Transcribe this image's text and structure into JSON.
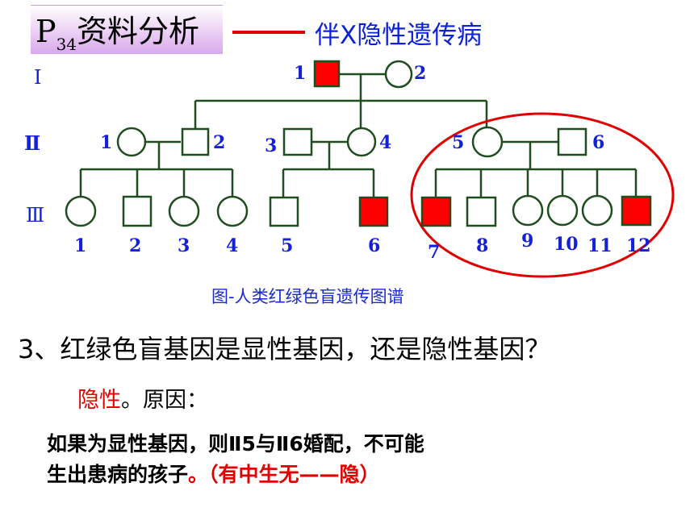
{
  "header": {
    "title_p": "P",
    "title_sub": "34",
    "title_main": "资料分析",
    "subtitle": "伴X隐性遗传病"
  },
  "pedigree": {
    "generations": [
      "Ⅰ",
      "Ⅱ",
      "Ⅲ"
    ],
    "individuals": {
      "g1": [
        {
          "label": "1",
          "sex": "male",
          "affected": true
        },
        {
          "label": "2",
          "sex": "female",
          "affected": false
        }
      ],
      "g2": [
        {
          "label": "1",
          "sex": "female",
          "affected": false
        },
        {
          "label": "2",
          "sex": "male",
          "affected": false
        },
        {
          "label": "3",
          "sex": "male",
          "affected": false
        },
        {
          "label": "4",
          "sex": "female",
          "affected": false
        },
        {
          "label": "5",
          "sex": "female",
          "affected": false
        },
        {
          "label": "6",
          "sex": "male",
          "affected": false
        }
      ],
      "g3": [
        {
          "label": "1",
          "sex": "female",
          "affected": false
        },
        {
          "label": "2",
          "sex": "male",
          "affected": false
        },
        {
          "label": "3",
          "sex": "female",
          "affected": false
        },
        {
          "label": "4",
          "sex": "female",
          "affected": false
        },
        {
          "label": "5",
          "sex": "male",
          "affected": false
        },
        {
          "label": "6",
          "sex": "male",
          "affected": true
        },
        {
          "label": "7",
          "sex": "male",
          "affected": true
        },
        {
          "label": "8",
          "sex": "male",
          "affected": false
        },
        {
          "label": "9",
          "sex": "female",
          "affected": false
        },
        {
          "label": "10",
          "sex": "female",
          "affected": false
        },
        {
          "label": "11",
          "sex": "female",
          "affected": false
        },
        {
          "label": "12",
          "sex": "male",
          "affected": true
        }
      ]
    },
    "caption": "图-人类红绿色盲遗传图谱"
  },
  "question": "3、红绿色盲基因是显性基因，还是隐性基因？",
  "answer": {
    "highlight": "隐性",
    "rest": "。原因："
  },
  "reason": {
    "line1": "如果为显性基因，则Ⅱ5与Ⅱ6婚配，不可能",
    "line2_black": "生出患病的孩子",
    "line2_red": "。（有中生无——隐）"
  },
  "colors": {
    "affected_fill": "#ff0000",
    "line_green": "#1f4d1f",
    "label_blue": "#1420d8",
    "highlight_red": "#e00000",
    "title_purple": "#d9a8ec"
  }
}
